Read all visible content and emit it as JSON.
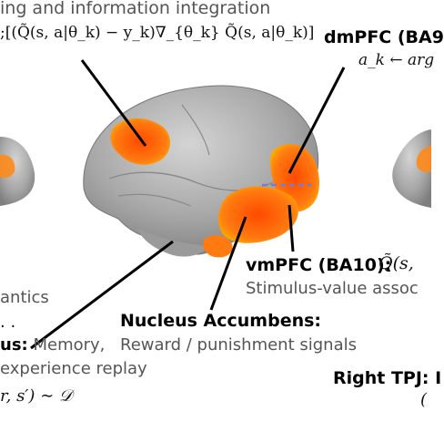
{
  "top_left": {
    "heading": "ing and information integration",
    "formula": ";[(Q̃(s, a|θ_k) − y_k)∇_{θ_k} Q̃(s, a|θ_k)]"
  },
  "dmpfc": {
    "label": "dmPFC (BA9",
    "formula": "a_k ← arg"
  },
  "vmpfc": {
    "label": "vmPFC (BA10):",
    "formula": "Q̃(s,",
    "description": "Stimulus-value assoc"
  },
  "left_fragments": {
    "semantics": "antics",
    "dots": ". .",
    "hippocampus_label": "us:",
    "hippocampus_desc_1": "Memory,",
    "hippocampus_desc_2": "experience replay",
    "hippocampus_formula": "r, s′) ∼ 𝒟"
  },
  "nucleus": {
    "label": "Nucleus Accumbens:",
    "description": "Reward / punishment signals"
  },
  "right_tpj": {
    "label": "Right TPJ: I",
    "formula": "("
  },
  "colors": {
    "brain": "#a9a9a9",
    "activation_core": "#ff5a00",
    "activation_edge": "#ffb000",
    "dashed_line": "#7a7ad6"
  }
}
